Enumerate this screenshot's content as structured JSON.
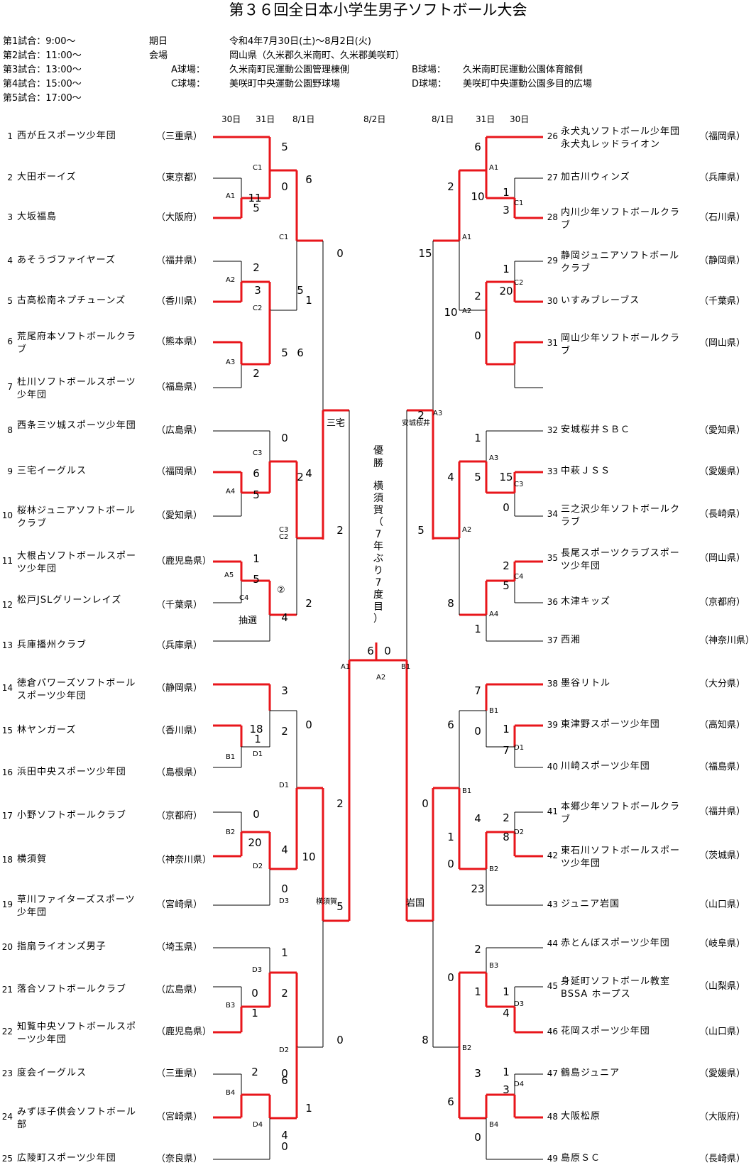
{
  "title": "第３６回全日本小学生男子ソフトボール大会",
  "schedule": [
    "第1試合：9:00～",
    "第2試合：11:00～",
    "第3試合：13:00～",
    "第4試合：15:00～",
    "第5試合：17:00～"
  ],
  "info": {
    "period_label": "期日",
    "period": "令和4年7月30日(土)～8月2日(火)",
    "venue_label": "会場",
    "venue": "岡山県（久米郡久米南町、久米郡美咲町）",
    "courts": [
      {
        "label": "A球場：",
        "value": "久米南町民運動公園管理棟側"
      },
      {
        "label": "B球場：",
        "value": "久米南町民運動公園体育館側"
      },
      {
        "label": "C球場：",
        "value": "美咲町中央運動公園野球場"
      },
      {
        "label": "D球場：",
        "value": "美咲町中央運動公園多目的広場"
      }
    ]
  },
  "days_left": [
    "30日",
    "31日",
    "8/1日"
  ],
  "day_final": "8/2日",
  "days_right": [
    "8/1日",
    "31日",
    "30日"
  ],
  "teams": [
    {
      "no": "1",
      "name": "西が丘スポーツ少年団",
      "pref": "（三重県）"
    },
    {
      "no": "2",
      "name": "大田ボーイズ",
      "pref": "（東京都）"
    },
    {
      "no": "3",
      "name": "大坂福島",
      "pref": "（大阪府）"
    },
    {
      "no": "4",
      "name": "あそうづファイヤーズ",
      "pref": "（福井県）"
    },
    {
      "no": "5",
      "name": "古高松南ネプチューンズ",
      "pref": "（香川県）"
    },
    {
      "no": "6",
      "name": "荒尾府本ソフトボールクラブ",
      "pref": "（熊本県）"
    },
    {
      "no": "7",
      "name": "杜川ソフトボールスポーツ少年団",
      "pref": "（福島県）"
    },
    {
      "no": "8",
      "name": "西条三ツ城スポーツ少年団",
      "pref": "（広島県）"
    },
    {
      "no": "9",
      "name": "三宅イーグルス",
      "pref": "（福岡県）"
    },
    {
      "no": "10",
      "name": "桜林ジュニアソフトボールクラブ",
      "pref": "（愛知県）"
    },
    {
      "no": "11",
      "name": "大根占ソフトボールスポーツ少年団",
      "pref": "（鹿児島県）"
    },
    {
      "no": "12",
      "name": "松戸JSLグリーンレイズ",
      "pref": "（千葉県）"
    },
    {
      "no": "13",
      "name": "兵庫播州クラブ",
      "pref": "（兵庫県）"
    },
    {
      "no": "14",
      "name": "徳倉パワーズソフトボールスポーツ少年団",
      "pref": "（静岡県）"
    },
    {
      "no": "15",
      "name": "林ヤンガーズ",
      "pref": "（香川県）"
    },
    {
      "no": "16",
      "name": "浜田中央スポーツ少年団",
      "pref": "（島根県）"
    },
    {
      "no": "17",
      "name": "小野ソフトボールクラブ",
      "pref": "（京都府）"
    },
    {
      "no": "18",
      "name": "横須賀",
      "pref": "（神奈川県）"
    },
    {
      "no": "19",
      "name": "草川ファイターズスポーツ少年団",
      "pref": "（宮崎県）"
    },
    {
      "no": "20",
      "name": "指扇ライオンズ男子",
      "pref": "（埼玉県）"
    },
    {
      "no": "21",
      "name": "落合ソフトボールクラブ",
      "pref": "（広島県）"
    },
    {
      "no": "22",
      "name": "知覧中央ソフトボールスポーツ少年団",
      "pref": "（鹿児島県）"
    },
    {
      "no": "23",
      "name": "度会イーグルス",
      "pref": "（三重県）"
    },
    {
      "no": "24",
      "name": "みずほ子供会ソフトボール部",
      "pref": "（宮崎県）"
    },
    {
      "no": "25",
      "name": "広陵町スポーツ少年団",
      "pref": "（奈良県）"
    },
    {
      "no": "26",
      "name": "永犬丸ソフトボール少年団永犬丸レッドライオン",
      "pref": "（福岡県）"
    },
    {
      "no": "27",
      "name": "加古川ウィンズ",
      "pref": "（兵庫県）"
    },
    {
      "no": "28",
      "name": "内川少年ソフトボールクラブ",
      "pref": "（石川県）"
    },
    {
      "no": "29",
      "name": "静岡ジュニアソフトボールクラブ",
      "pref": "（静岡県）"
    },
    {
      "no": "30",
      "name": "いすみブレーブス",
      "pref": "（千葉県）"
    },
    {
      "no": "31",
      "name": "岡山少年ソフトボールクラブ",
      "pref": "（岡山県）"
    },
    {
      "no": "32",
      "name": "安城桜井ＳＢＣ",
      "pref": "（愛知県）"
    },
    {
      "no": "33",
      "name": "中萩ＪＳＳ",
      "pref": "（愛媛県）"
    },
    {
      "no": "34",
      "name": "三之沢少年ソフトボールクラブ",
      "pref": "（長崎県）"
    },
    {
      "no": "35",
      "name": "長尾スポーツクラブスポーツ少年団",
      "pref": "（岡山県）"
    },
    {
      "no": "36",
      "name": "木津キッズ",
      "pref": "（京都府）"
    },
    {
      "no": "37",
      "name": "西湘",
      "pref": "（神奈川県）"
    },
    {
      "no": "38",
      "name": "墨谷リトル",
      "pref": "（大分県）"
    },
    {
      "no": "39",
      "name": "東津野スポーツ少年団",
      "pref": "（高知県）"
    },
    {
      "no": "40",
      "name": "川崎スポーツ少年団",
      "pref": "（福島県）"
    },
    {
      "no": "41",
      "name": "本郷少年ソフトボールクラブ",
      "pref": "（福井県）"
    },
    {
      "no": "42",
      "name": "東石川ソフトボールスポーツ少年団",
      "pref": "（茨城県）"
    },
    {
      "no": "43",
      "name": "ジュニア岩国",
      "pref": "（山口県）"
    },
    {
      "no": "44",
      "name": "赤とんぼスポーツ少年団",
      "pref": "（岐阜県）"
    },
    {
      "no": "45",
      "name": "身延町ソフトボール教室BSSA ホープス",
      "pref": "（山梨県）"
    },
    {
      "no": "46",
      "name": "花岡スポーツ少年団",
      "pref": "（山口県）"
    },
    {
      "no": "47",
      "name": "鶴島ジュニア",
      "pref": "（愛媛県）"
    },
    {
      "no": "48",
      "name": "大阪松原",
      "pref": "（大阪府）"
    },
    {
      "no": "49",
      "name": "島原ＳＣ",
      "pref": "（長崎県）"
    }
  ],
  "scores": [
    "5",
    "0",
    "11",
    "5",
    "6",
    "2",
    "3",
    "5",
    "1",
    "5",
    "6",
    "2",
    "0",
    "6",
    "2",
    "5",
    "4",
    "1",
    "5",
    "2",
    "4",
    "0",
    "2",
    "3",
    "18",
    "1",
    "2",
    "0",
    "0",
    "20",
    "4",
    "0",
    "10",
    "2",
    "1",
    "0",
    "2",
    "1",
    "0",
    "0",
    "2",
    "6",
    "1",
    "5",
    "4",
    "0",
    "6",
    "2",
    "10",
    "1",
    "3",
    "15",
    "1",
    "20",
    "2",
    "10",
    "0",
    "1",
    "4",
    "5",
    "15",
    "0",
    "2",
    "5",
    "8",
    "1",
    "2",
    "5",
    "7",
    "6",
    "0",
    "1",
    "7",
    "4",
    "1",
    "2",
    "8",
    "0",
    "23",
    "0",
    "2",
    "0",
    "1",
    "1",
    "4",
    "8",
    "3",
    "1",
    "3",
    "6",
    "0"
  ],
  "match_labels": [
    "C1",
    "A1",
    "C1",
    "A2",
    "C2",
    "A3",
    "C3",
    "A4",
    "C3",
    "C2",
    "A5",
    "C4",
    "D1",
    "B1",
    "D1",
    "B2",
    "D2",
    "D3",
    "B3",
    "D3",
    "B4",
    "D2",
    "D4",
    "A1",
    "C1",
    "A1",
    "C2",
    "A2",
    "A3",
    "A3",
    "C3",
    "A2",
    "C4",
    "A4",
    "B1",
    "D1",
    "B1",
    "D2",
    "B2",
    "B3",
    "D3",
    "B2",
    "D4",
    "B4",
    "A1",
    "A2",
    "B1"
  ],
  "semifinal_left": {
    "top": "三宅",
    "bottom": "横須賀"
  },
  "semifinal_right": {
    "top": "安城桜井",
    "bottom": "岩国"
  },
  "final_scores": {
    "left": "6",
    "right": "0"
  },
  "lottery": "抽選",
  "lottery_mark": "②",
  "champion_text": [
    "優",
    "勝",
    "横",
    "須",
    "賀",
    "（",
    "7",
    "年",
    "ぶ",
    "り",
    "7",
    "度",
    "目",
    "）"
  ]
}
